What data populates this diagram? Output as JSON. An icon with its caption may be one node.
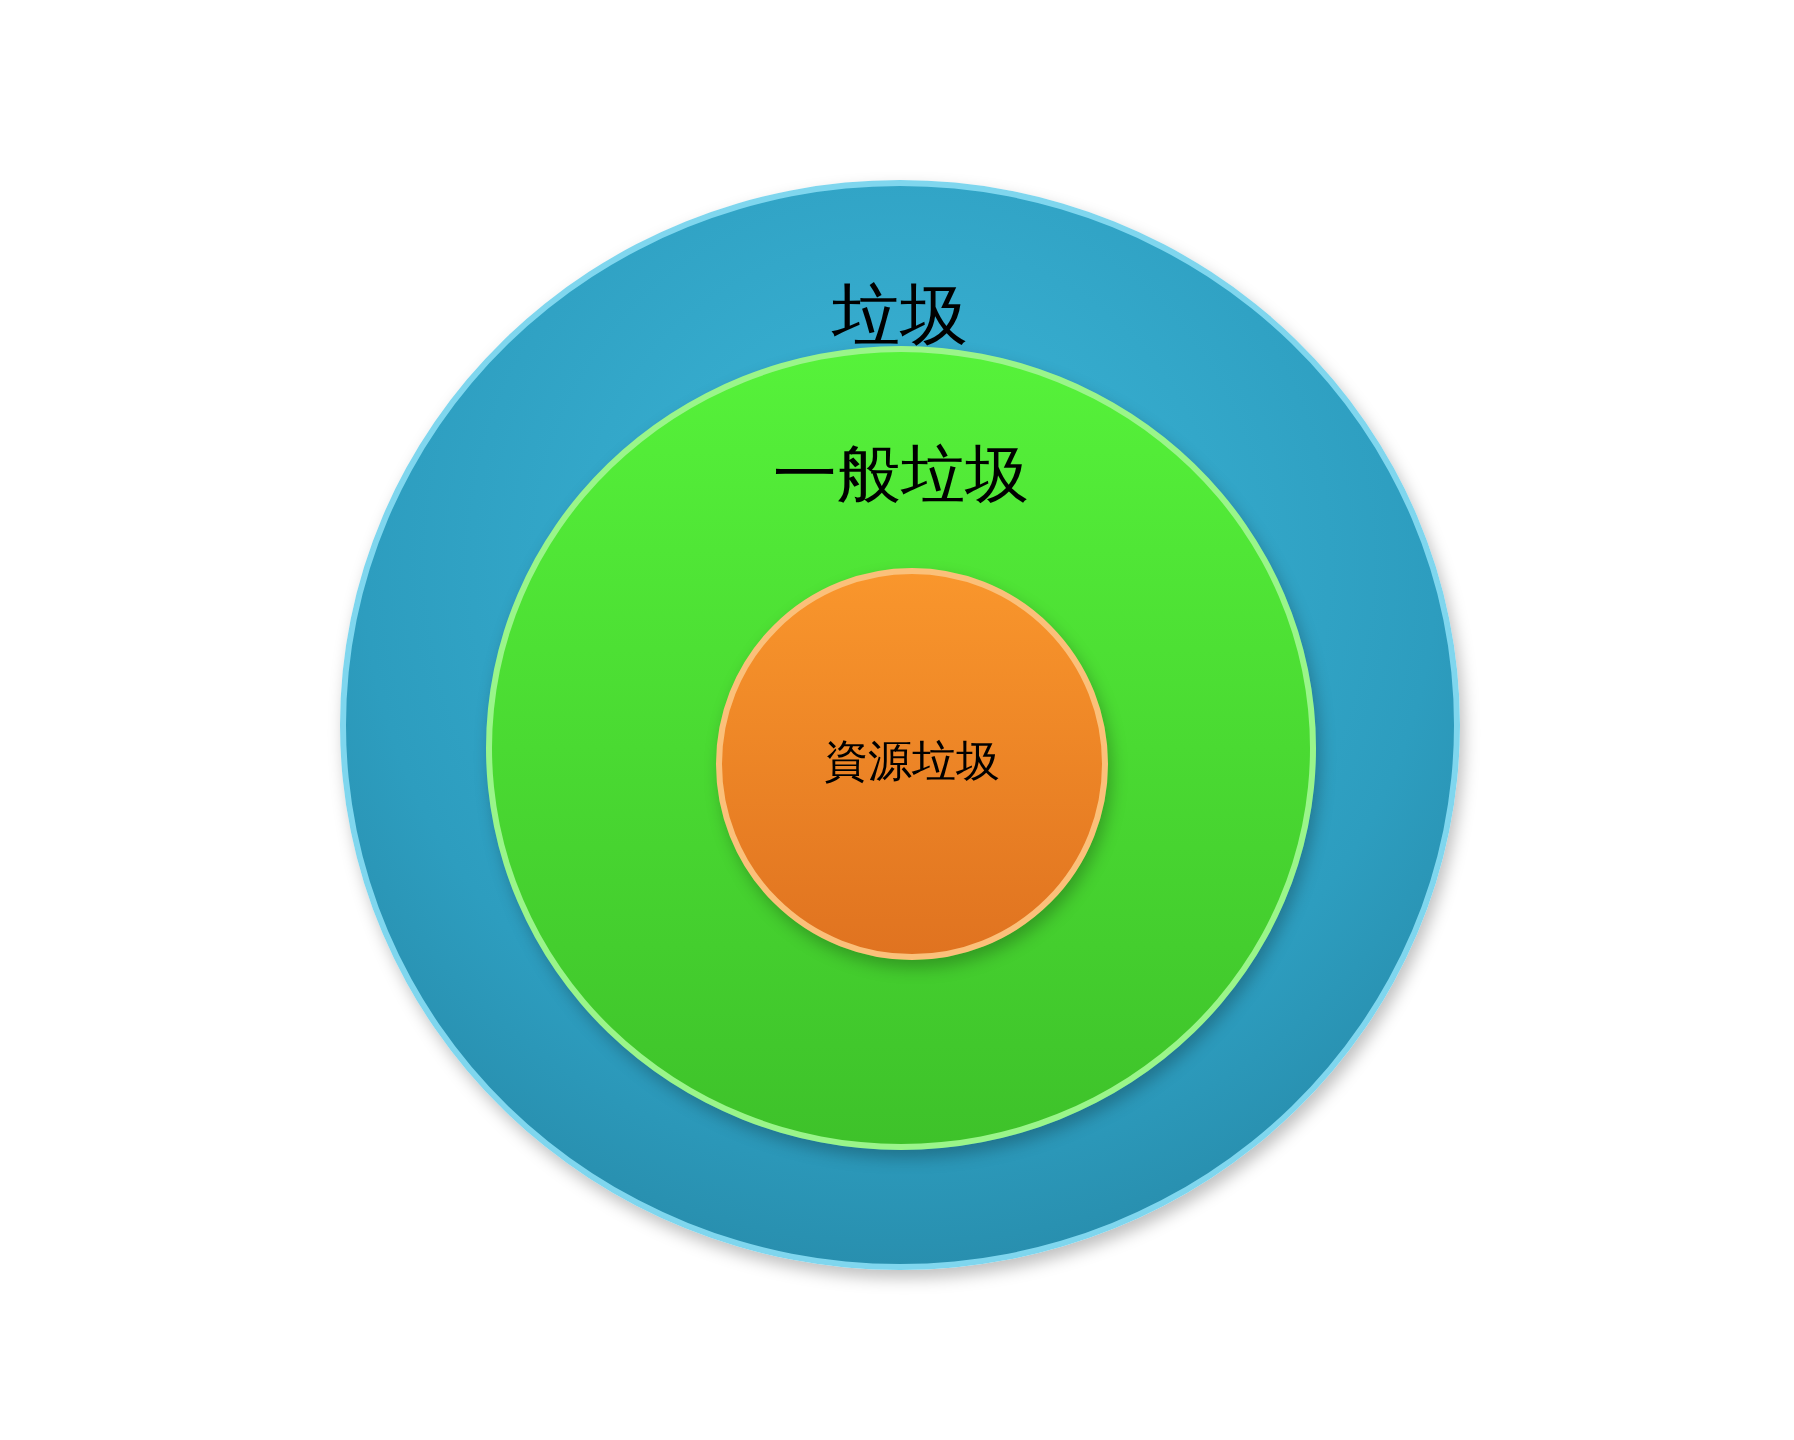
{
  "diagram": {
    "nodes": [
      {
        "text": [
          "垃圾"
        ]
      },
      {
        "text": [
          "一般垃圾"
        ],
        "in": 0
      },
      {
        "text": [
          "資源垃圾"
        ],
        "in": 1
      }
    ]
  }
}
